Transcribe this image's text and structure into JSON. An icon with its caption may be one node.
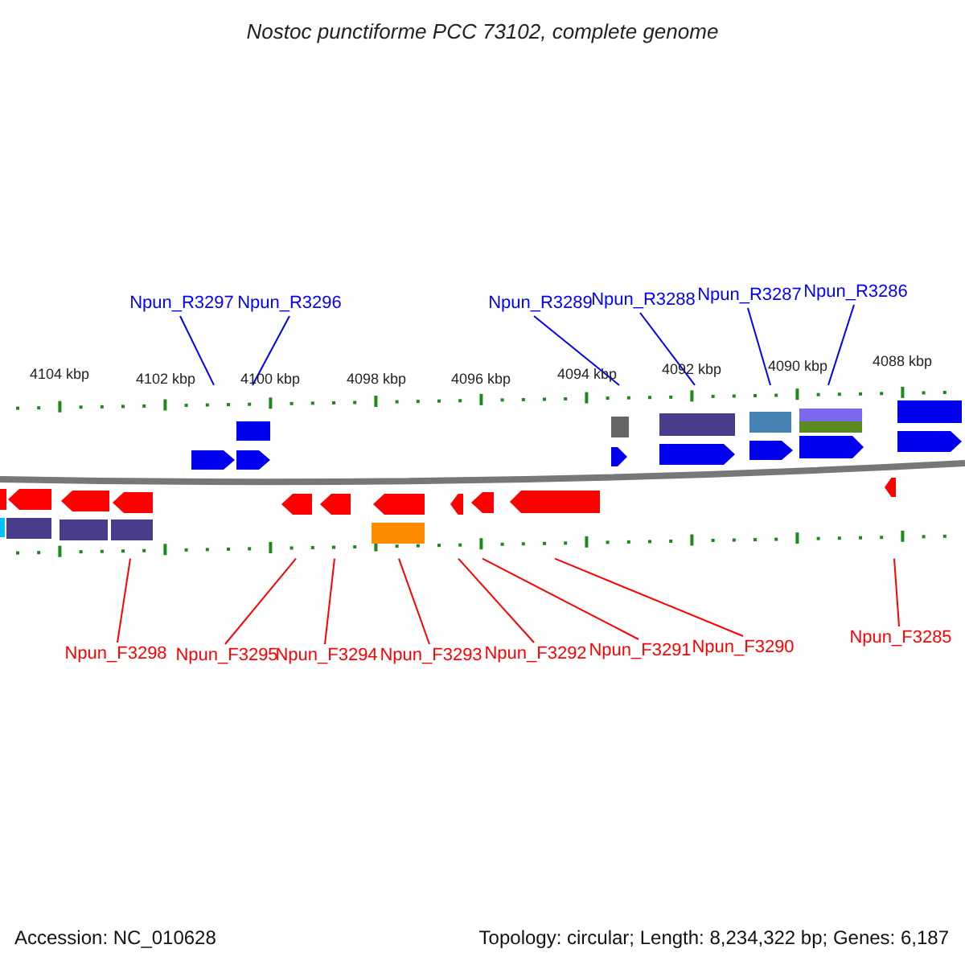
{
  "diagram": {
    "title": "Nostoc punctiforme PCC 73102, complete genome",
    "nodes": [
      {
        "text": [
          "Npun_R3297"
        ]
      },
      {
        "text": [
          "Npun_R3296"
        ]
      },
      {
        "text": [
          "Npun_R3289"
        ]
      },
      {
        "text": [
          "Npun_R3288"
        ]
      },
      {
        "text": [
          "Npun_R3287"
        ]
      },
      {
        "text": [
          "Npun_R3286"
        ]
      },
      {
        "text": [],
        "shape": "bar",
        "beside": [
          "4104 kbp",
          "4102 kbp",
          "4100 kbp",
          "4098 kbp",
          "4096 kbp",
          "4094 kbp",
          "4092 kbp",
          "4090 kbp",
          "4088 kbp"
        ]
      },
      {
        "text": [],
        "shape": "bar"
      },
      {
        "text": [
          "Npun_F3298"
        ]
      },
      {
        "text": [
          "Npun_F3295"
        ]
      },
      {
        "text": [
          "Npun_F3294"
        ]
      },
      {
        "text": [
          "Npun_F3293"
        ]
      },
      {
        "text": [
          "Npun_F3292"
        ]
      },
      {
        "text": [
          "Npun_F3291"
        ]
      },
      {
        "text": [
          "Npun_F3290"
        ]
      },
      {
        "text": [
          "Npun_F3285"
        ]
      }
    ],
    "edges": [
      {
        "from": 0,
        "to": 6,
        "arrow": "none",
        "color": "#0000ff"
      },
      {
        "from": 1,
        "to": 6,
        "arrow": "none",
        "color": "#0000ff"
      },
      {
        "from": 2,
        "to": 6,
        "arrow": "none",
        "color": "#0000ff"
      },
      {
        "from": 3,
        "to": 6,
        "arrow": "none",
        "color": "#0000ff"
      },
      {
        "from": 4,
        "to": 6,
        "arrow": "none",
        "color": "#0000ff"
      },
      {
        "from": 5,
        "to": 6,
        "arrow": "none",
        "color": "#0000ff"
      },
      {
        "from": 8,
        "to": 7,
        "arrow": "none"
      },
      {
        "from": 9,
        "to": 7,
        "arrow": "none"
      },
      {
        "from": 10,
        "to": 7,
        "arrow": "none"
      },
      {
        "from": 11,
        "to": 7,
        "arrow": "none"
      },
      {
        "from": 12,
        "to": 7,
        "arrow": "none"
      },
      {
        "from": 13,
        "to": 7,
        "arrow": "none"
      },
      {
        "from": 14,
        "to": 7,
        "arrow": "none"
      },
      {
        "from": 15,
        "to": 7,
        "arrow": "none"
      }
    ],
    "labels": [
      "Accession: NC_010628",
      "Topology: circular; Length: 8,234,322 bp; Genes: 6,187"
    ]
  }
}
